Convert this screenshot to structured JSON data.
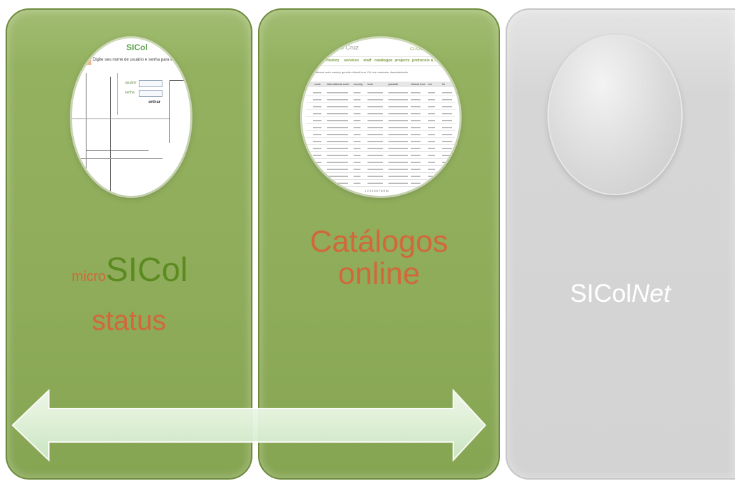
{
  "panels": [
    {
      "title_prefix": "micro",
      "title_main": "SICol",
      "subtitle": "status",
      "thumbnail": {
        "brand": "SICol",
        "prompt": "Digite seu nome de usuário e senha para entrar",
        "user_label": "usuário",
        "password_label": "senha",
        "enter_label": "entrar"
      }
    },
    {
      "title_line1": "Catálogos",
      "title_line2": "online",
      "thumbnail": {
        "header": "o Cruz",
        "header_right": "CLIOC • Co",
        "nav": [
          "history",
          "services",
          "staff",
          "catalogue",
          "projects",
          "protocols & resear"
        ],
        "filter": "international code  country  genetic      clinical form  LVL   n/s    molecular characterizatio",
        "columns": [
          "code",
          "international code",
          "country",
          "host",
          "parasite",
          "clinical form",
          "n/s",
          "lin"
        ],
        "pager": "1 2 3 4 5 6 7 8 9 10"
      }
    },
    {
      "title_main": "SICol",
      "title_italic": "Net"
    }
  ],
  "colors": {
    "panel_green": "#8eac5a",
    "panel_gray": "#d3d3d3",
    "label_orange": "#d1683a",
    "label_green": "#5c8a21",
    "label_white": "#ffffff"
  },
  "icons": {
    "arrow": "double-headed-arrow-icon"
  }
}
